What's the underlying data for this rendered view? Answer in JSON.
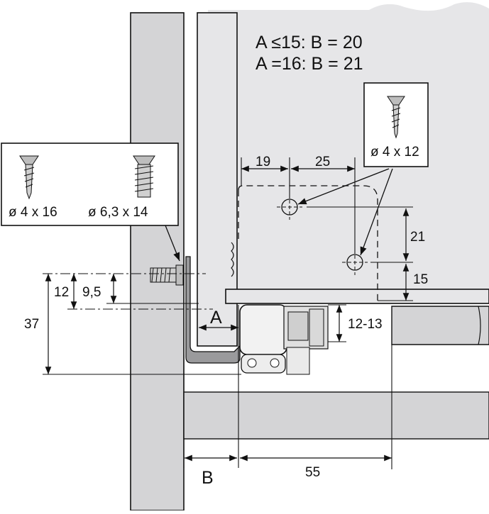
{
  "conditions": {
    "line1": "A ≤15: B = 20",
    "line2": "A =16: B = 21"
  },
  "screw_boxes": {
    "right": {
      "label": "ø 4 x 12",
      "icon": "wood-screw-icon"
    },
    "left": {
      "screw1": {
        "label": "ø 4 x 16",
        "icon": "wood-screw-icon"
      },
      "screw2": {
        "label": "ø 6,3 x 14",
        "icon": "euro-screw-icon"
      }
    }
  },
  "dimensions": {
    "d19": "19",
    "d25": "25",
    "d21": "21",
    "d15": "15",
    "d12": "12",
    "d9_5": "9,5",
    "d37": "37",
    "d12_13": "12-13",
    "d55": "55",
    "labelA": "A",
    "labelB": "B"
  },
  "colors": {
    "panel_gray": "#e6e6e8",
    "light_gray": "#d4d4d6",
    "line": "#111111"
  }
}
